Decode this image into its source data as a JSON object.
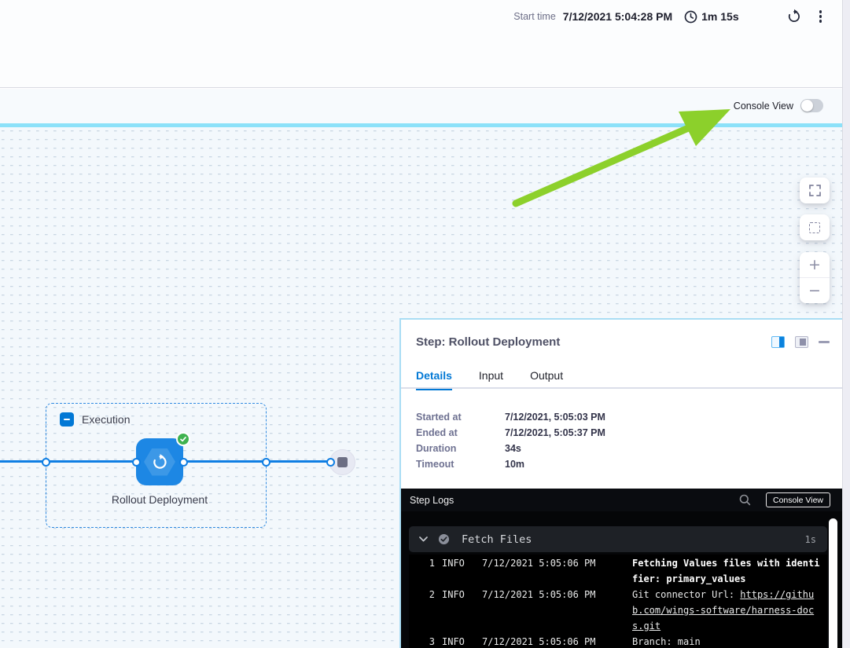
{
  "colors": {
    "primary_blue": "#0278d5",
    "connector_blue": "#0f7ee3",
    "success_green": "#3fb24f",
    "arrow_green": "#8cd02b",
    "cyan_divider": "#8ce1f9"
  },
  "toolbar": {
    "start_time_label": "Start time",
    "start_time_value": "7/12/2021 5:04:28 PM",
    "elapsed": "1m 15s"
  },
  "console_toggle": {
    "label": "Console View",
    "state": "off"
  },
  "canvas": {
    "group_label": "Execution",
    "node_label": "Rollout Deployment",
    "zoom_in": "+",
    "zoom_out": "−"
  },
  "panel": {
    "title": "Step: Rollout Deployment",
    "tabs": [
      {
        "label": "Details"
      },
      {
        "label": "Input"
      },
      {
        "label": "Output"
      }
    ],
    "details": [
      {
        "label": "Started at",
        "value": "7/12/2021, 5:05:03 PM"
      },
      {
        "label": "Ended at",
        "value": "7/12/2021, 5:05:37 PM"
      },
      {
        "label": "Duration",
        "value": "34s"
      },
      {
        "label": "Timeout",
        "value": "10m"
      }
    ]
  },
  "logs": {
    "title": "Step Logs",
    "console_button": "Console View",
    "section": {
      "name": "Fetch Files",
      "duration": "1s"
    },
    "rows": [
      {
        "num": "1",
        "level": "INFO",
        "time": "7/12/2021 5:05:06 PM",
        "message": "Fetching Values files with identifier: primary_values"
      },
      {
        "num": "2",
        "level": "INFO",
        "time": "7/12/2021 5:05:06 PM",
        "message": "Git connector Url: ",
        "link": "https://github.com/wings-software/harness-docs.git"
      },
      {
        "num": "3",
        "level": "INFO",
        "time": "7/12/2021 5:05:06 PM",
        "message": "Branch: main"
      }
    ]
  }
}
